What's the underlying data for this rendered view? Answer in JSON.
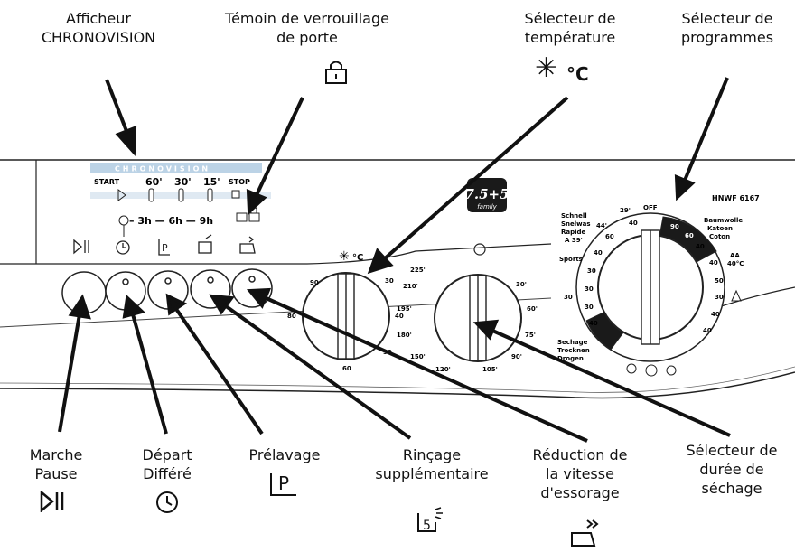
{
  "top_labels": {
    "afficheur": [
      "Afficheur",
      "CHRONOVISION"
    ],
    "temoin": [
      "Témoin de verrouillage",
      "de porte"
    ],
    "selecteur_temp": [
      "Sélecteur de",
      "température"
    ],
    "selecteur_prog": [
      "Sélecteur de",
      "programmes"
    ]
  },
  "bottom_labels": {
    "marche": [
      "Marche",
      "Pause"
    ],
    "depart": [
      "Départ",
      "Différé"
    ],
    "prelavage": [
      "Prélavage"
    ],
    "rincage": [
      "Rinçage",
      "supplémentaire"
    ],
    "reduction": [
      "Réduction de",
      "la vitesse",
      "d'essorage"
    ],
    "sechage": [
      "Sélecteur de",
      "durée de",
      "séchage"
    ]
  },
  "temp_unit": "°C",
  "display": {
    "brand": "CHRONOVISION",
    "start": "START",
    "t60": "60'",
    "t30": "30'",
    "t15": "15'",
    "stop": "STOP",
    "delay": "– 3h — 6h — 9h"
  },
  "model_badge": "7.5+5",
  "model_badge_sub": "family",
  "model_number": "HNWF 6167",
  "program_dial": {
    "off": "OFF",
    "left_group": [
      "Schnell",
      "Snelwas",
      "Rapide",
      "A 39'"
    ],
    "right_group": [
      "Baumwolle",
      "Katoen",
      "Coton"
    ],
    "aa": [
      "AA",
      "40°C"
    ],
    "sports": "Sports",
    "sechage": [
      "Sechage",
      "Trocknen",
      "Drogen"
    ],
    "temps_left": [
      "29'",
      "40",
      "44'",
      "60",
      "40",
      "30",
      "30",
      "30",
      "30",
      "40"
    ],
    "temps_right": [
      "90",
      "60",
      "40",
      "40",
      "50",
      "30",
      "40",
      "40"
    ]
  },
  "temp_dial": {
    "marks": [
      "90",
      "30",
      "40",
      "50",
      "60",
      "80"
    ]
  },
  "dry_dial": {
    "marks": [
      "225'",
      "210'",
      "195'",
      "180'",
      "150'",
      "120'",
      "105'",
      "90'",
      "75'",
      "60'",
      "30'"
    ]
  },
  "colors": {
    "line": "#111111",
    "panel": "#ffffff",
    "dark": "#1a1a1a",
    "accent_bar": "#bcd3e6"
  }
}
